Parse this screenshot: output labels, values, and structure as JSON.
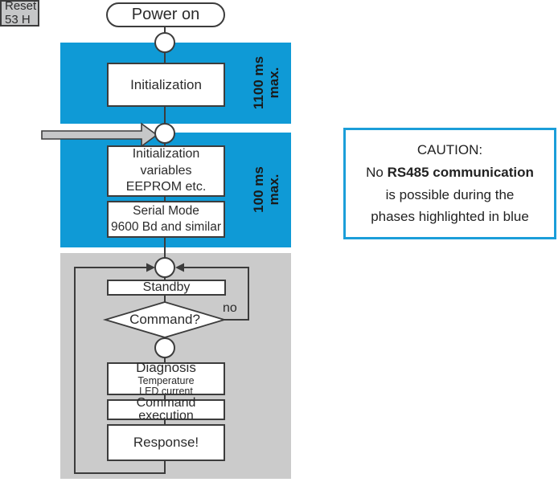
{
  "diagram": {
    "start_label": "Power on",
    "phase1": {
      "box": "Initialization",
      "duration_line1": "1100 ms",
      "duration_line2": "max."
    },
    "reset": {
      "line1": "Reset",
      "line2": "53 H"
    },
    "phase2": {
      "box1_lines": [
        "Initialization",
        "variables",
        "EEPROM etc."
      ],
      "box2_lines": [
        "Serial Mode",
        "9600 Bd and similar"
      ],
      "duration_line1": "100 ms",
      "duration_line2": "max."
    },
    "loop": {
      "standby": "Standby",
      "decision": "Command?",
      "decision_no": "no",
      "diagnosis_title": "Diagnosis",
      "diagnosis_sub1": "Temperature",
      "diagnosis_sub2": "LED current",
      "command_execution": "Command execution",
      "response": "Response!"
    }
  },
  "caution": {
    "line1": "CAUTION:",
    "line2_prefix": "No ",
    "line2_bold": "RS485 communication",
    "line3": "is possible during the",
    "line4": "phases highlighted in blue"
  },
  "colors": {
    "blue": "#0f9ad6",
    "region_gray": "#cbcbcb",
    "line": "#3c3c3c",
    "caution_border": "#1b9ed9",
    "box_fill": "#ffffff",
    "shape_gray": "#c6c7c8",
    "text": "#2b2b2b"
  }
}
